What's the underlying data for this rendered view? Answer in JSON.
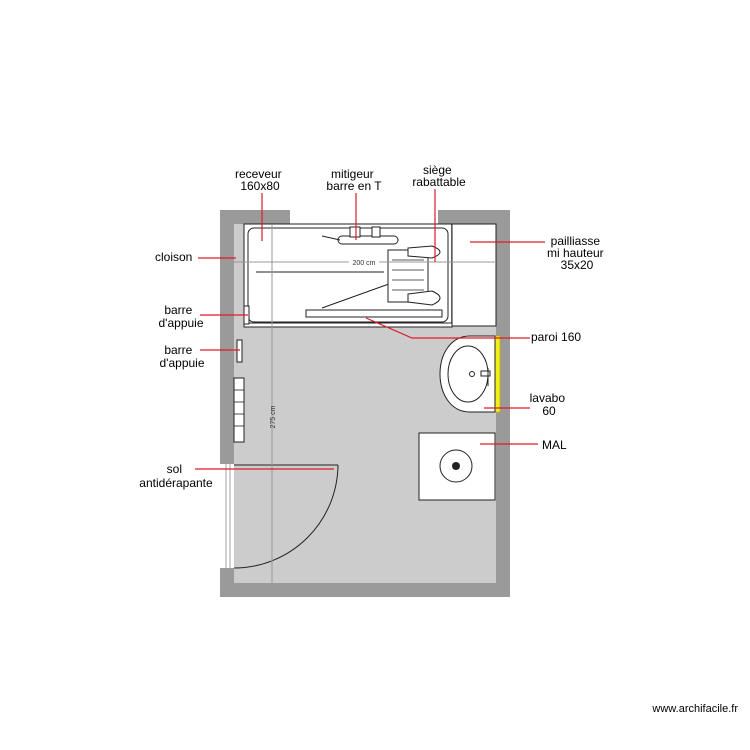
{
  "labels": {
    "receveur": [
      "receveur",
      "160x80"
    ],
    "mitigeur": [
      "mitigeur",
      "barre en T"
    ],
    "siege": [
      "siège",
      "rabattable"
    ],
    "cloison": "cloison",
    "pailliasse": [
      "pailliasse",
      "mi hauteur",
      "35x20"
    ],
    "barre1": [
      "barre",
      "d'appuie"
    ],
    "barre2": [
      "barre",
      "d'appuie"
    ],
    "paroi": "paroi 160",
    "lavabo": [
      "lavabo",
      "60"
    ],
    "mal": "MAL",
    "sol": [
      "sol",
      "antidérapante"
    ]
  },
  "dimensions": {
    "width": "200 cm",
    "height": "275 cm"
  },
  "credit": "www.archifacile.fr",
  "colors": {
    "wall": "#9a9a9a",
    "floor": "#cccccc",
    "leader": "#e01b2a",
    "paroi": "#f2ee1a"
  }
}
